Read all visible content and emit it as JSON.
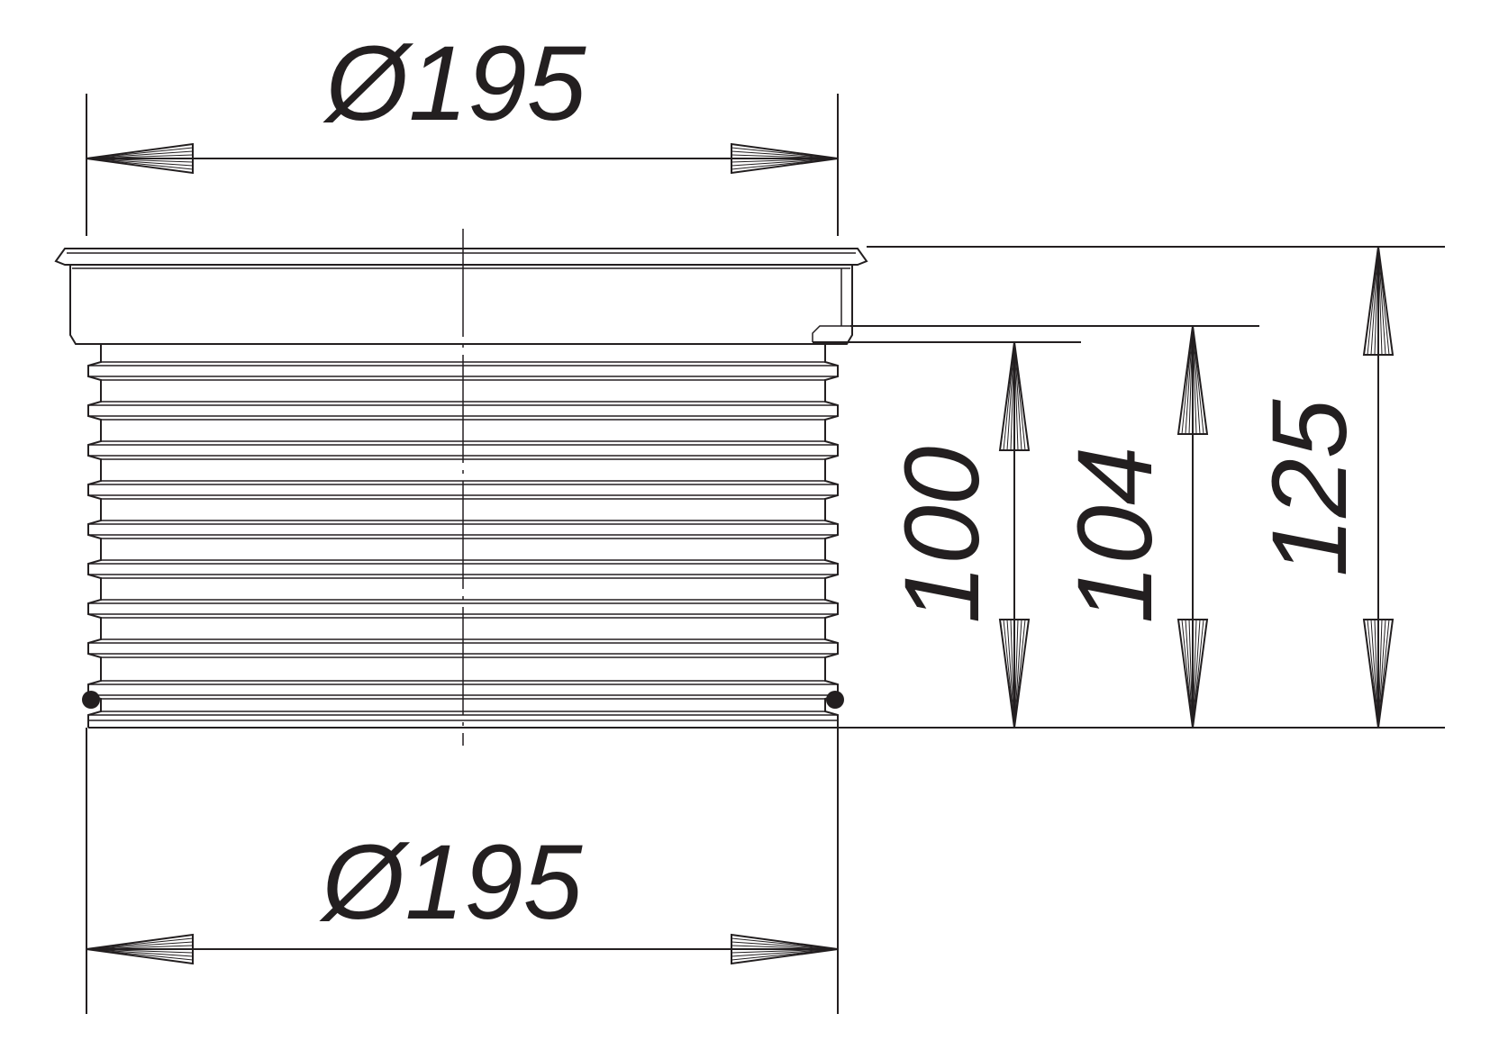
{
  "dimensions": {
    "top_diameter": "Ø195",
    "bottom_diameter": "Ø195",
    "height_inner": "100",
    "height_middle": "104",
    "height_total": "125"
  },
  "colors": {
    "line": "#231f20",
    "background": "#ffffff"
  }
}
